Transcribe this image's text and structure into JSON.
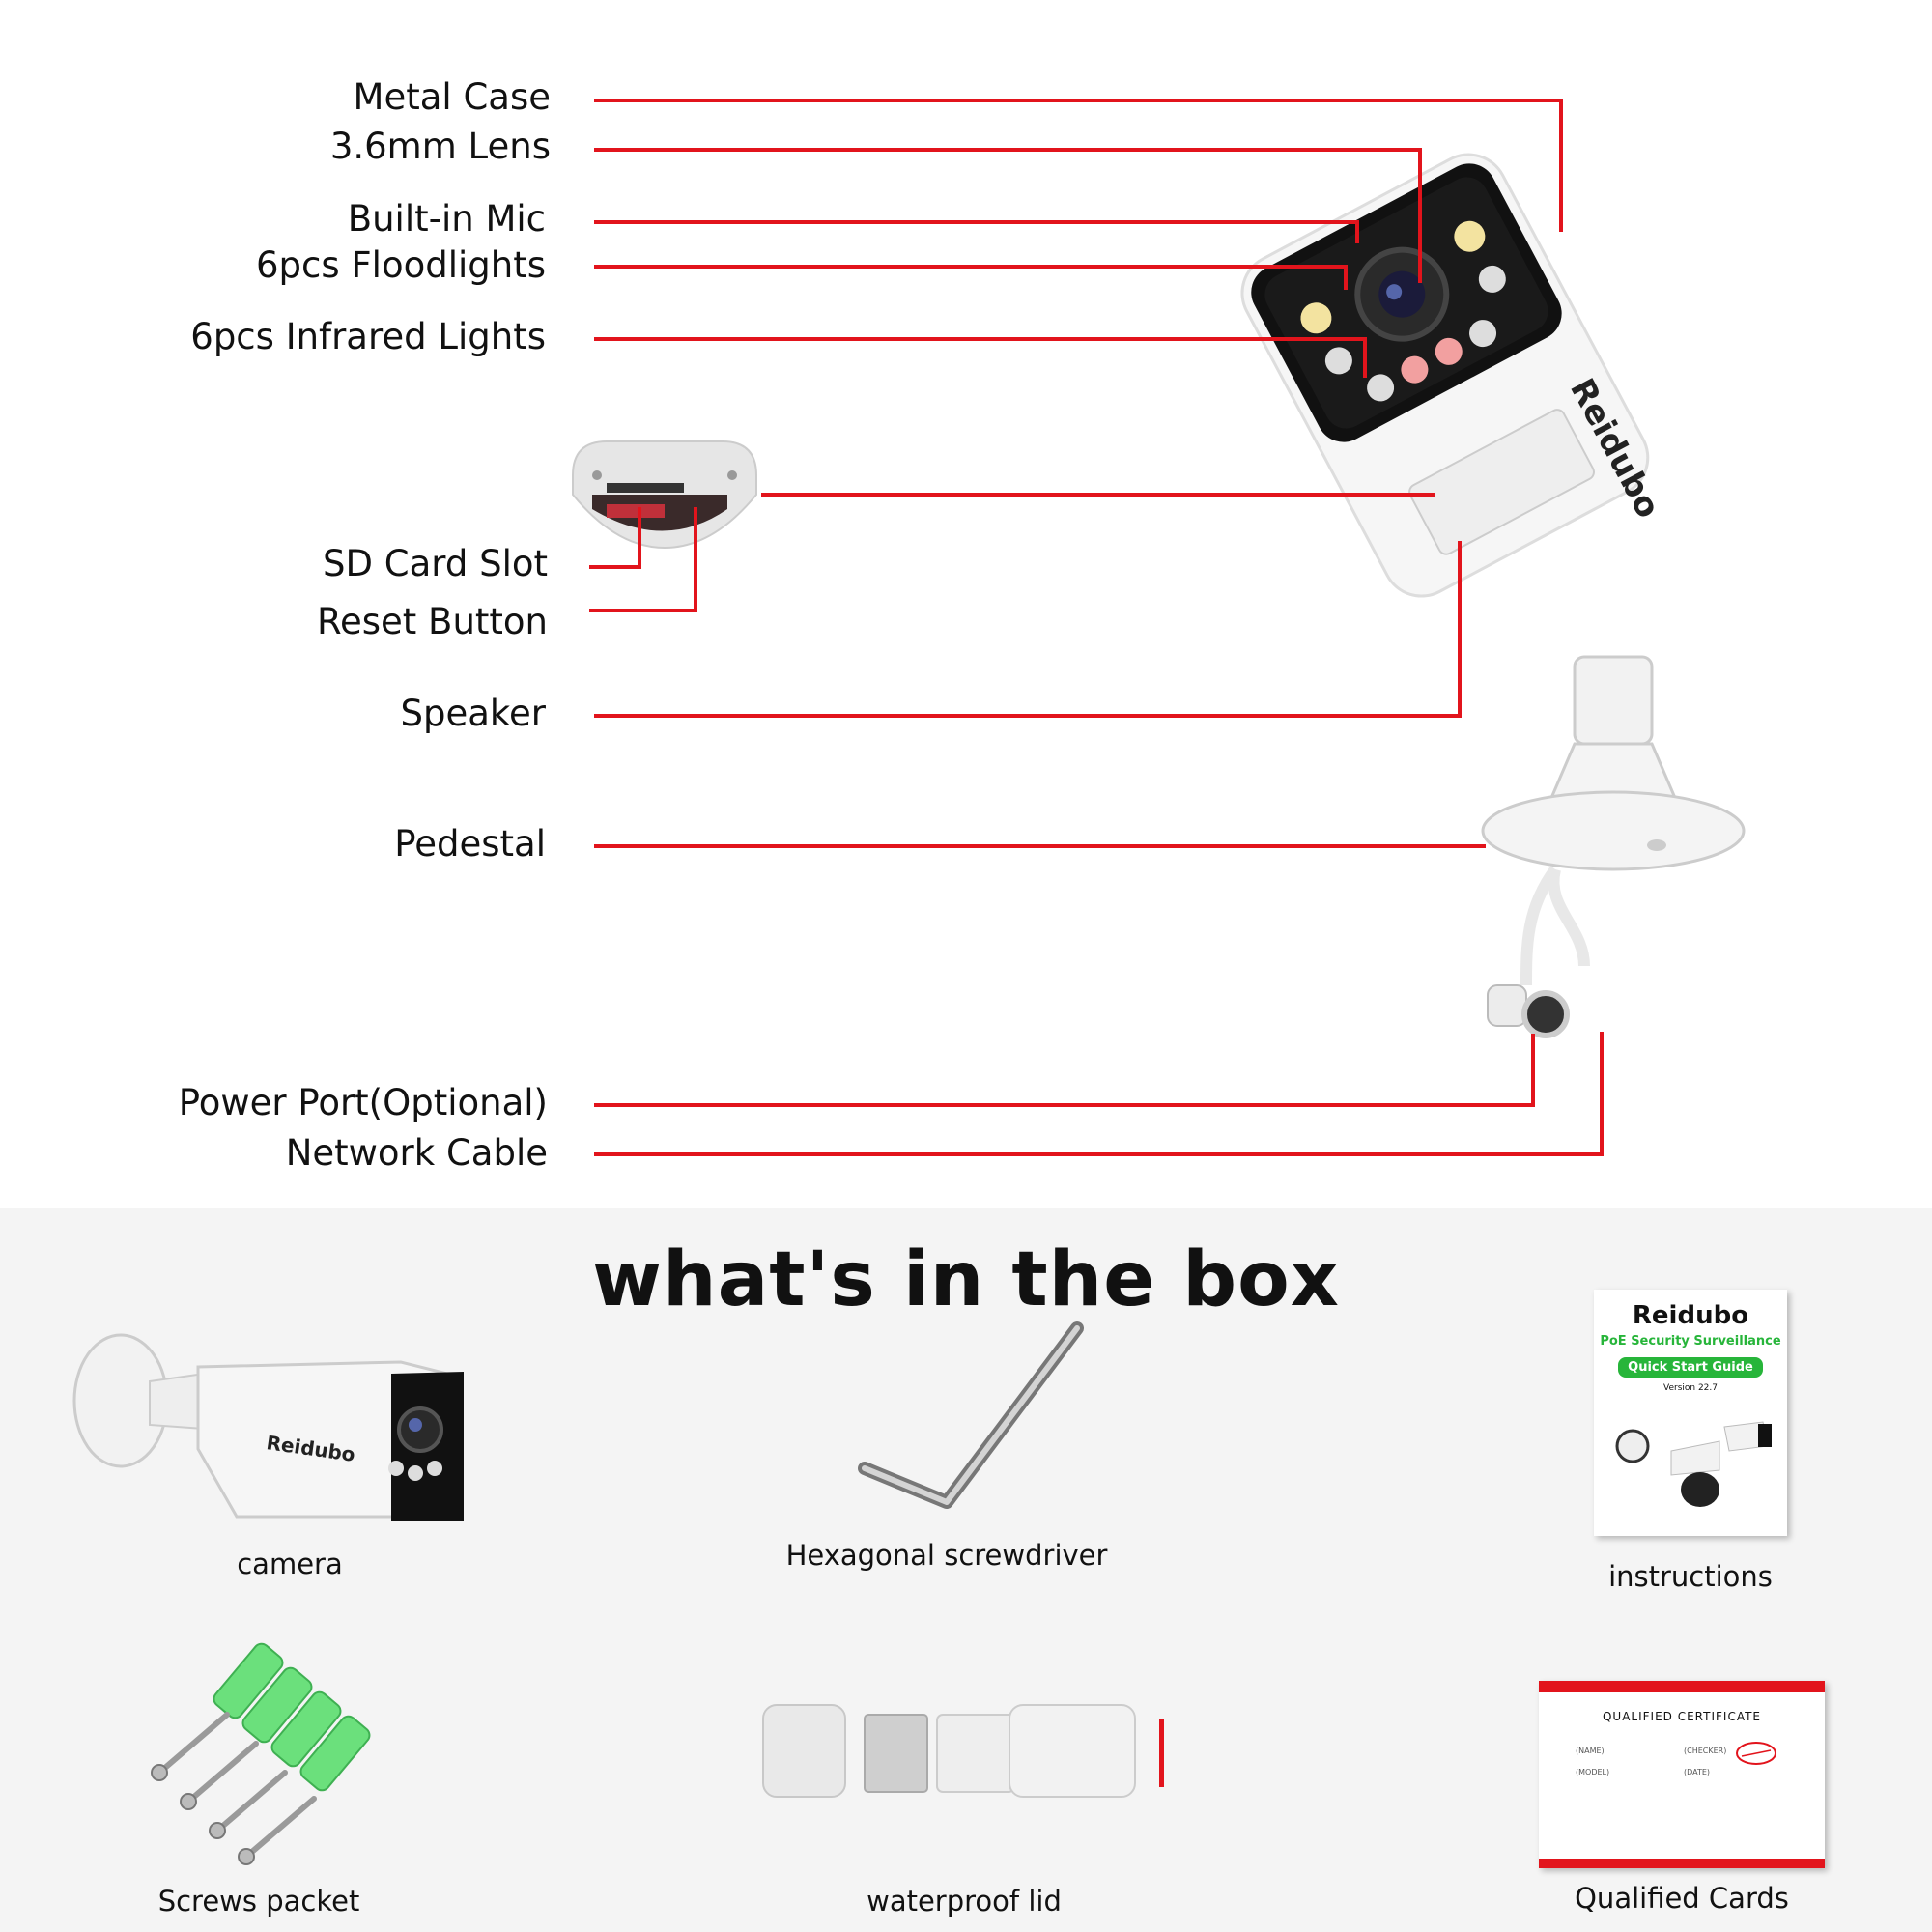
{
  "callouts": {
    "metal_case": "Metal Case",
    "lens": "3.6mm Lens",
    "mic": "Built-in Mic",
    "floodlights": "6pcs Floodlights",
    "infrared": "6pcs Infrared Lights",
    "sd_card": "SD Card Slot",
    "reset": "Reset Button",
    "speaker": "Speaker",
    "pedestal": "Pedestal",
    "power_port": "Power Port(Optional)",
    "network_cable": "Network Cable"
  },
  "brand": "Reidubo",
  "box": {
    "title": "what's in the box",
    "items": {
      "camera": "camera",
      "screwdriver": "Hexagonal screwdriver",
      "instructions": "instructions",
      "screws": "Screws packet",
      "lid": "waterproof lid",
      "cards": "Qualified Cards"
    }
  },
  "guide": {
    "brand": "Reidubo",
    "subtitle": "PoE Security Surveillance",
    "badge": "Quick Start Guide",
    "version": "Version 22.7"
  },
  "certificate": {
    "title": "QUALIFIED CERTIFICATE",
    "name_field": "(NAME)",
    "checker_field": "(CHECKER)",
    "model_field": "(MODEL)",
    "date_field": "(DATE)"
  },
  "colors": {
    "leader_red": "#e2141c",
    "guide_green": "#27b53a",
    "background_bottom": "#f4f4f4"
  }
}
